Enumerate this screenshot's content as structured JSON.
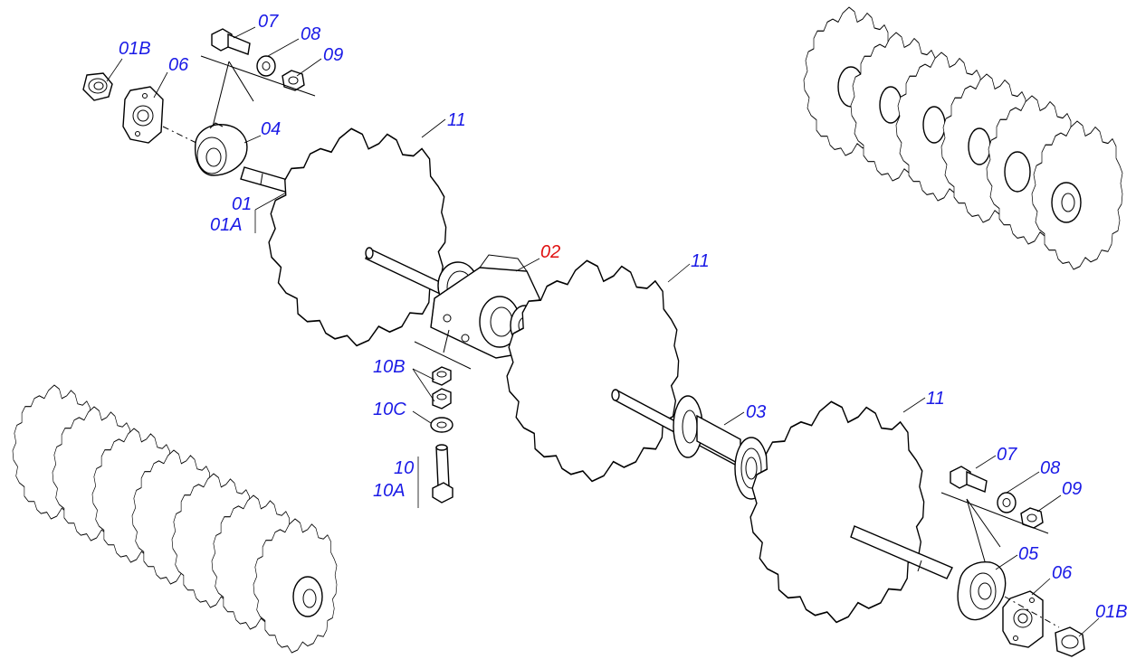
{
  "colors": {
    "label_default": "#1a1ae6",
    "label_highlight": "#e01010",
    "line": "#000000",
    "background": "#ffffff"
  },
  "labels": {
    "p01b_top": "01B",
    "p06_top": "06",
    "p07_top": "07",
    "p08_top": "08",
    "p09_top": "09",
    "p04": "04",
    "p11_top": "11",
    "p01": "01",
    "p01a": "01A",
    "p02": "02",
    "p11_mid": "11",
    "p10b": "10B",
    "p10c": "10C",
    "p10": "10",
    "p10a": "10A",
    "p03": "03",
    "p11_right": "11",
    "p07_bottom": "07",
    "p08_bottom": "08",
    "p09_bottom": "09",
    "p05": "05",
    "p06_bottom": "06",
    "p01b_bottom": "01B"
  }
}
